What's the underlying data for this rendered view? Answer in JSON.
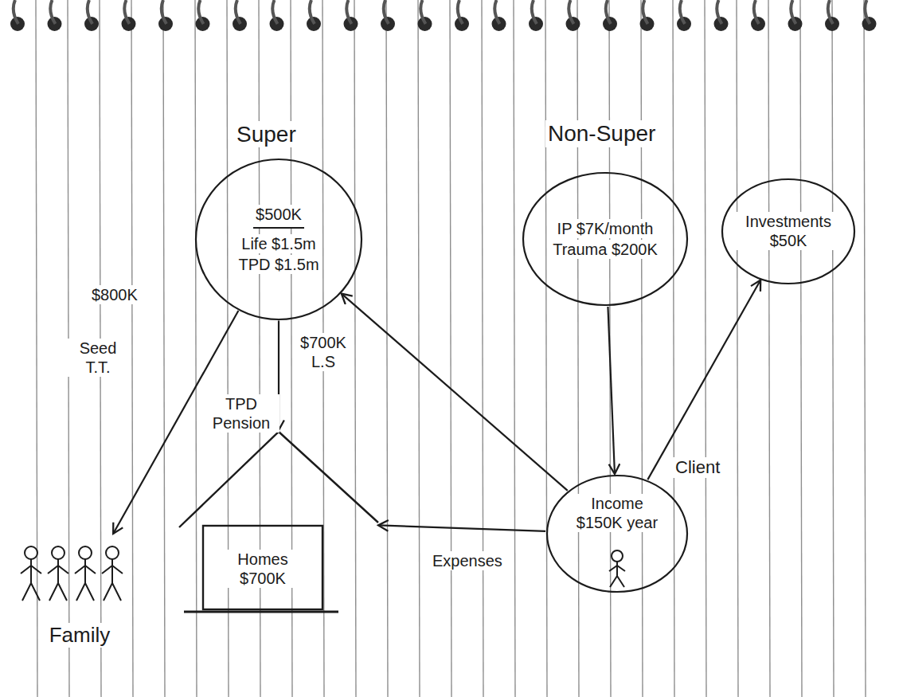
{
  "diagram": {
    "nodes": [
      {
        "text": [
          "Super",
          "$500K",
          "Life $1.5m",
          "TPD $1.5m"
        ]
      },
      {
        "text": [
          "Non-Super",
          "IP $7K/month",
          "Trauma $200K"
        ]
      },
      {
        "text": [
          "Investments $50K"
        ]
      },
      {
        "text": [
          "Family"
        ]
      },
      {
        "text": [
          "Homes $700K"
        ]
      },
      {
        "text": [
          "Income $150K year",
          "Client"
        ]
      }
    ],
    "edges": [
      {
        "from": 0,
        "to": 3,
        "arrow": "to",
        "label": "$800K"
      },
      {
        "from": 0,
        "to": 4,
        "arrow": "to",
        "label": "$700K L.S"
      },
      {
        "from": 1,
        "to": 5,
        "arrow": "to"
      },
      {
        "from": 5,
        "to": 2,
        "arrow": "to"
      },
      {
        "from": 5,
        "to": 0,
        "arrow": "to"
      },
      {
        "from": 5,
        "to": 4,
        "arrow": "to",
        "label": "Expenses"
      }
    ],
    "labels": [
      "Seed T.T.",
      "TPD Pension"
    ]
  }
}
